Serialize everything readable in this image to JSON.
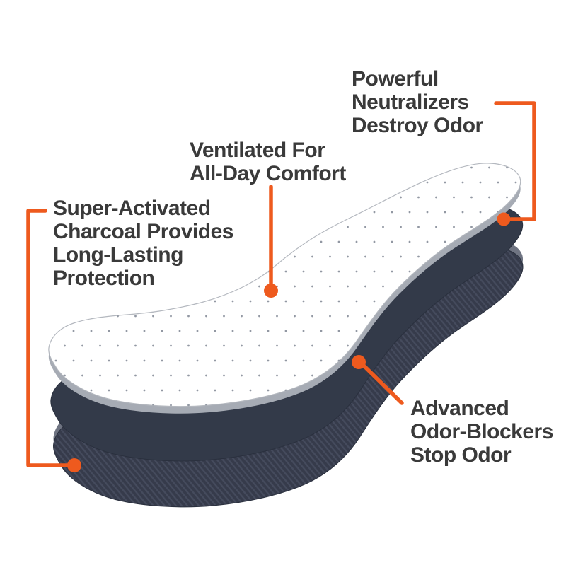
{
  "background": "#FFFFFF",
  "colors": {
    "background": "#FFFFFF",
    "accent": "#EE5A1E",
    "text": "#3A3A3A",
    "top_layer": "#FFFFFF",
    "top_layer_outline": "#B4B8BF",
    "top_layer_edge": "#A6ABB4",
    "top_layer_dots": "#9298A3",
    "mid_layer": "#333A49",
    "bottom_layer": "#363B4B",
    "bottom_layer_hatch": "#454B5D",
    "bottom_layer_edge": "#6F7482"
  },
  "diagram": {
    "subject": "three-layer insole exploded view",
    "layers": [
      "ventilated-top-layer",
      "odor-neutralizer-middle-layer",
      "charcoal-bottom-layer"
    ]
  },
  "callouts": {
    "neutralizers": {
      "lines": [
        "Powerful",
        "Neutralizers",
        "Destroy Odor"
      ]
    },
    "ventilated": {
      "lines": [
        "Ventilated For",
        "All-Day Comfort"
      ]
    },
    "charcoal": {
      "lines": [
        "Super-Activated",
        "Charcoal Provides",
        "Long-Lasting",
        "Protection"
      ]
    },
    "odor_blockers": {
      "lines": [
        "Advanced",
        "Odor-Blockers",
        "Stop Odor"
      ]
    }
  }
}
